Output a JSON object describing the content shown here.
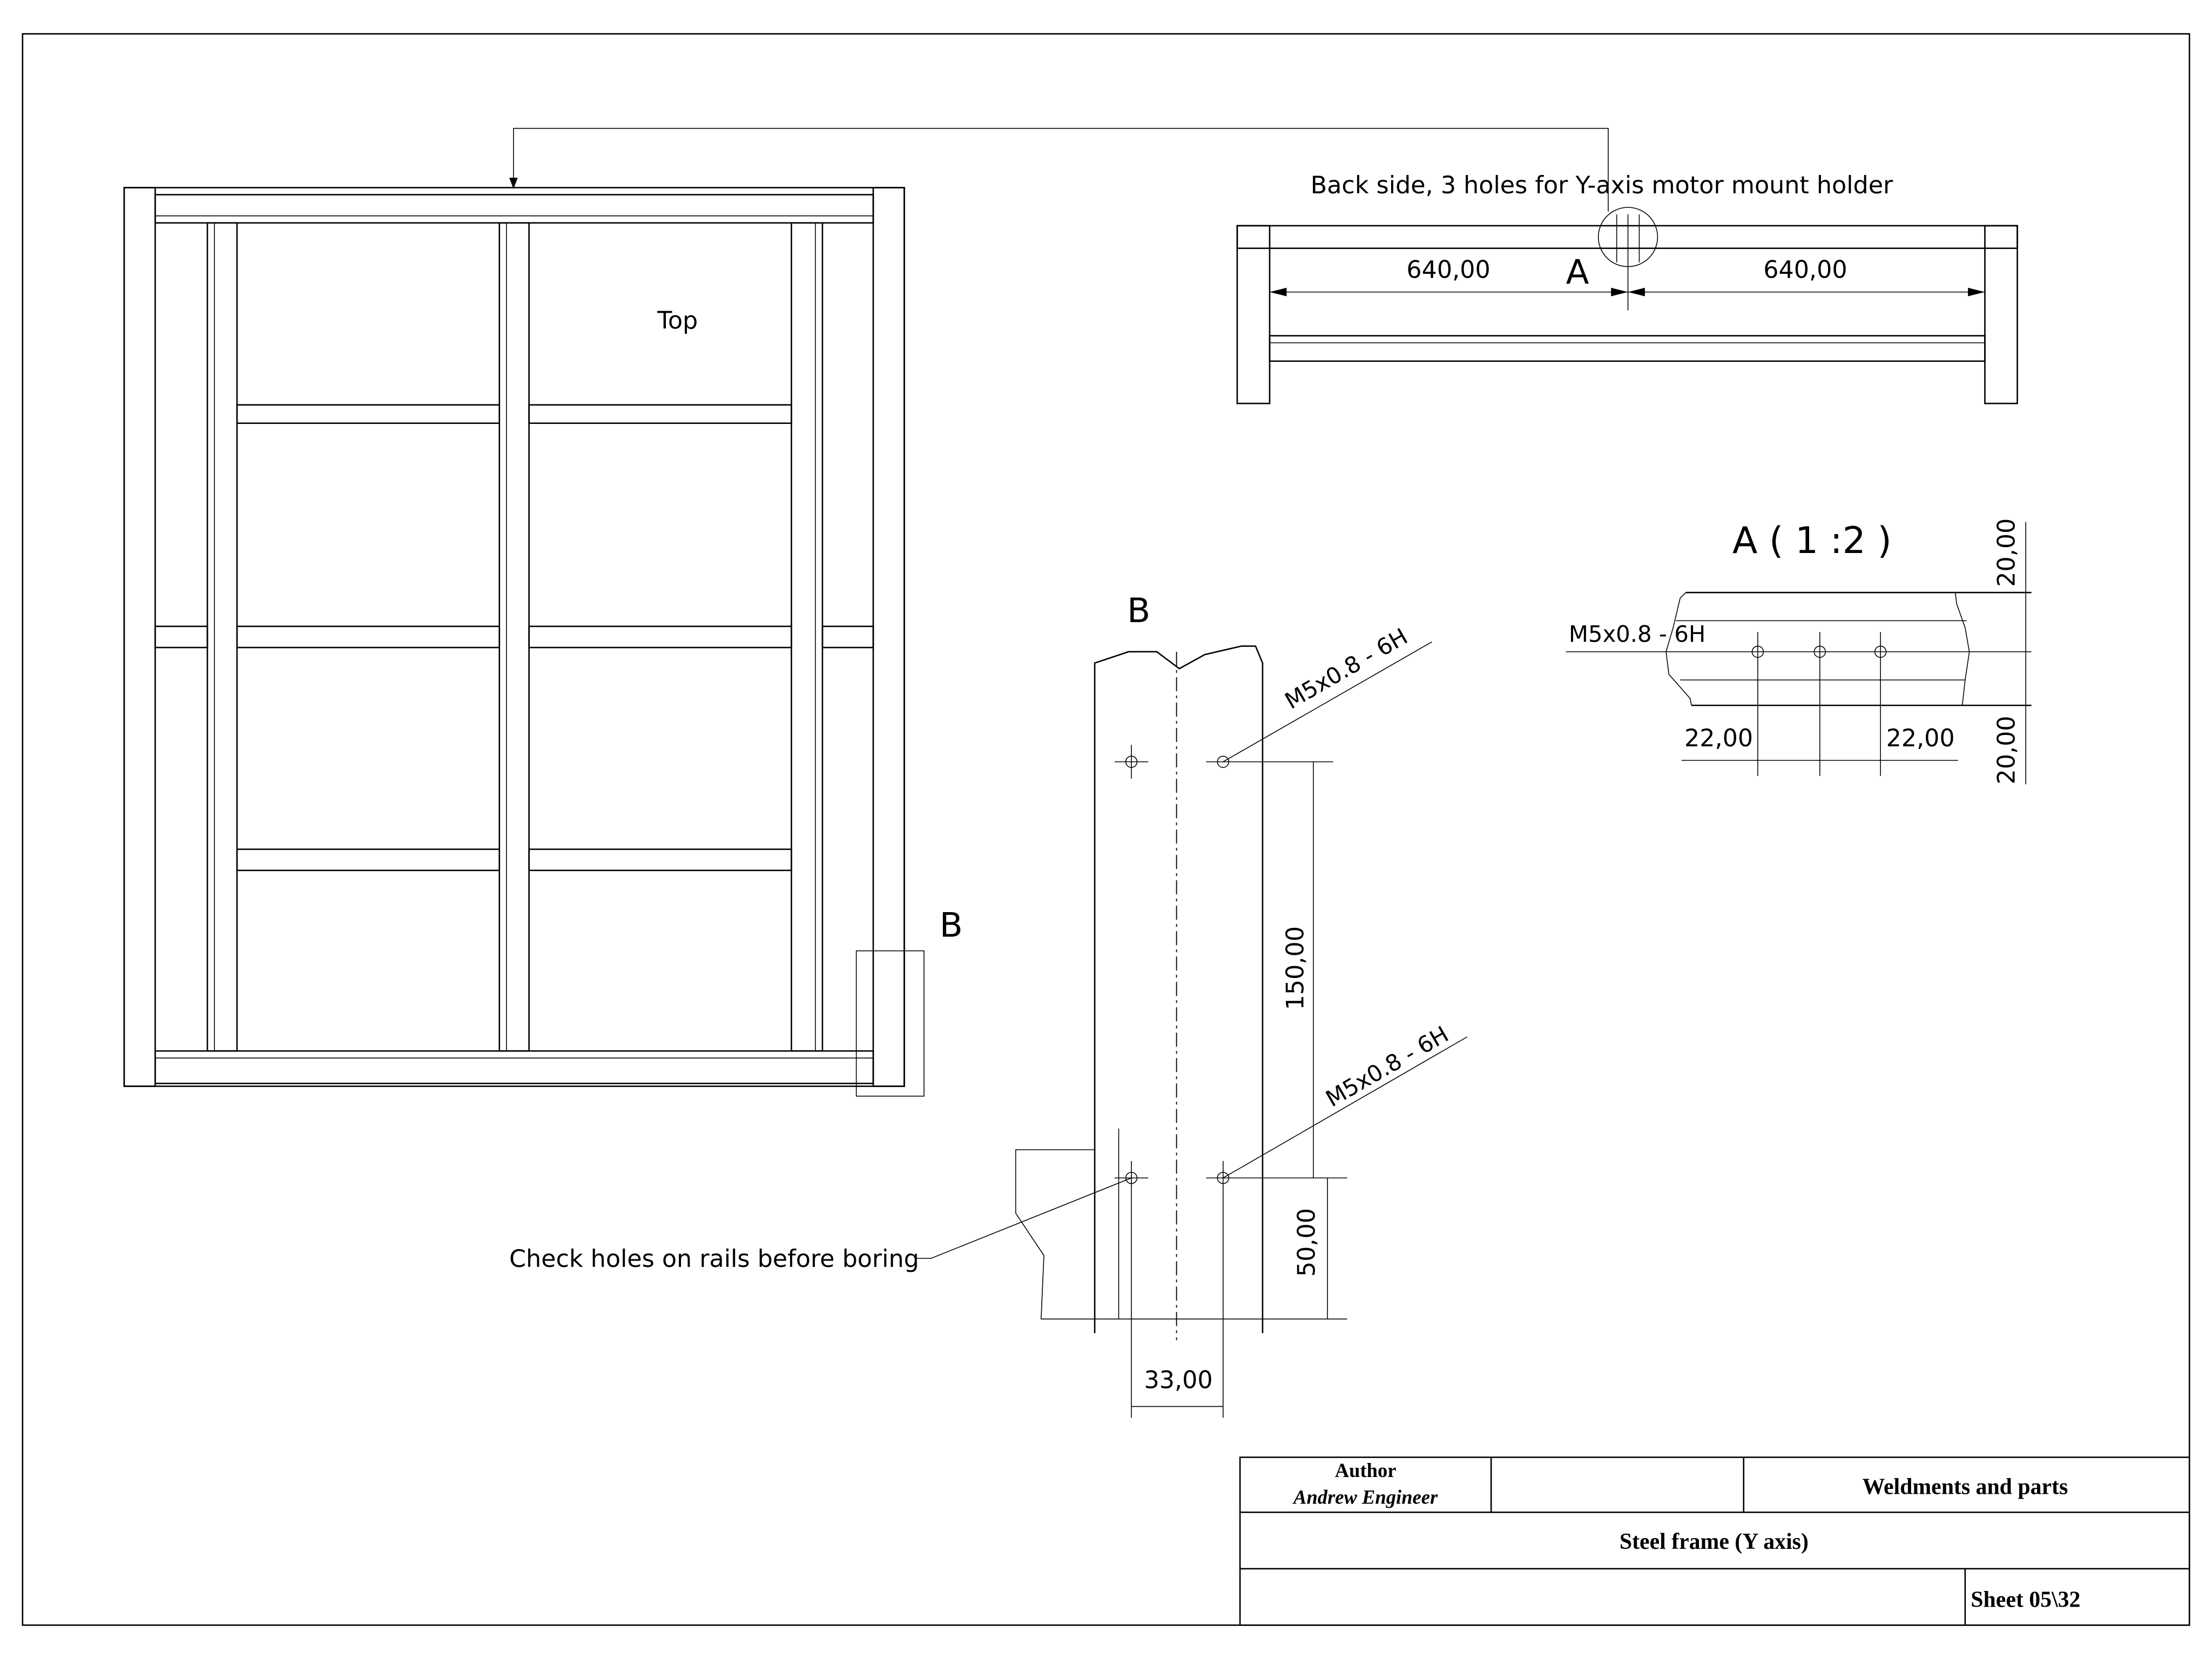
{
  "views": {
    "top_label": "Top",
    "back_note": "Back side, 3 holes for Y-axis motor mount holder",
    "back_dim_left": "640,00",
    "back_dim_right": "640,00",
    "detail_a_marker": "A",
    "detail_b_marker": "B",
    "detail_a": {
      "title": "A ( 1 :2 )",
      "thread": "M5x0.8 - 6H",
      "dim_spacing_left": "22,00",
      "dim_spacing_right": "22,00",
      "dim_top": "20,00",
      "dim_bottom": "20,00"
    },
    "detail_b": {
      "title": "B",
      "thread_top": "M5x0.8 - 6H",
      "thread_bottom": "M5x0.8 - 6H",
      "dim_vertical": "150,00",
      "dim_bottom": "50,00",
      "dim_horizontal": "33,00",
      "note": "Check holes on rails before boring"
    }
  },
  "title_block": {
    "author_label": "Author",
    "author_name": "Andrew Engineer",
    "category": "Weldments and parts",
    "title": "Steel frame (Y axis)",
    "sheet": "Sheet  05\\32"
  }
}
